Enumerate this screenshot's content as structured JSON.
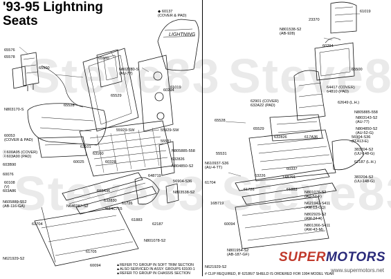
{
  "title": [
    "'93-95 Lightning",
    "Seats"
  ],
  "watermark": "Steve83",
  "notes": {
    "left": [
      "▲REFER TO GROUP IN SOFT TRIM SECTION",
      "▲ALSO SERVICED IN ASSY. GROUPS 63100-1"
    ],
    "right": "# CLIP REQUIRED, IF 62186/7 SHIELD IS ORDERED FOR 1994 MODEL YEAR",
    "left_ref": "▲REFER TO GROUP IN CHASSIS SECTION"
  },
  "branding": {
    "logo_a": "SUPER",
    "logo_b": "MOTORS",
    "url": "www.supermotors.net"
  },
  "left_labels": [
    "65576",
    "65578",
    "65500",
    "N803170-S",
    "60053\n(COVER & PAD)",
    "◆ 60137\n(COVER & PAD)",
    "65528",
    "65500",
    "N802280-S\n(AU-77)",
    "65529",
    "61019",
    "60294",
    "63101",
    "63100",
    "60025",
    "ⓐ600A95 (COVER)\nⓐ603A90 (PAD)",
    "603B90",
    "60076",
    "60108\n(V)",
    "603A86",
    "N605889-S52\n(AB-116-GA)",
    "61704",
    "N621929-S2",
    "60094",
    "61705",
    "N801078-S2",
    "62187",
    "55929-SW",
    "55531",
    "N805885-558",
    "632826",
    "N804850-S2",
    "56904-S36",
    "N803538-S2",
    "648719",
    "61883",
    "60328",
    "603A96",
    "632830",
    "N646287-S2",
    "%14C715",
    "55929-SW",
    "61726"
  ],
  "right_labels": [
    "23370",
    "61019",
    "N801538-S2\n(AB-928)",
    "60294",
    "65500",
    "64417 (COVER)",
    "64810 (PAD)",
    "62901 (COVER)",
    "632A22 (PAD)",
    "62649 (L.H.)",
    "N805885-558",
    "N803143-S2\n(AU-77)",
    "N804850-S2\n(AU-52-G)",
    "65528",
    "65529",
    "632826",
    "617A36",
    "56904-S36\n(U-413-E)",
    "383204-S2\n(UU-148-G)",
    "62187 (L.H.)",
    "383204-S2\n(UU-148-G)",
    "55531",
    "N610937-S36\n(AU-4-TT)",
    "63226",
    "60337",
    "14A701",
    "61704",
    "61726",
    "61883",
    "N801076-S2\n(AU-52-F)",
    "N621942-S411\n(AM-13-CQ)",
    "N802929-S2\n(AM-24-K)",
    "N801366-S411\n(AW-43-M)",
    "60094",
    "N801954-S2\n(AB-187-GF)",
    "16B719",
    "N621929-S2"
  ]
}
